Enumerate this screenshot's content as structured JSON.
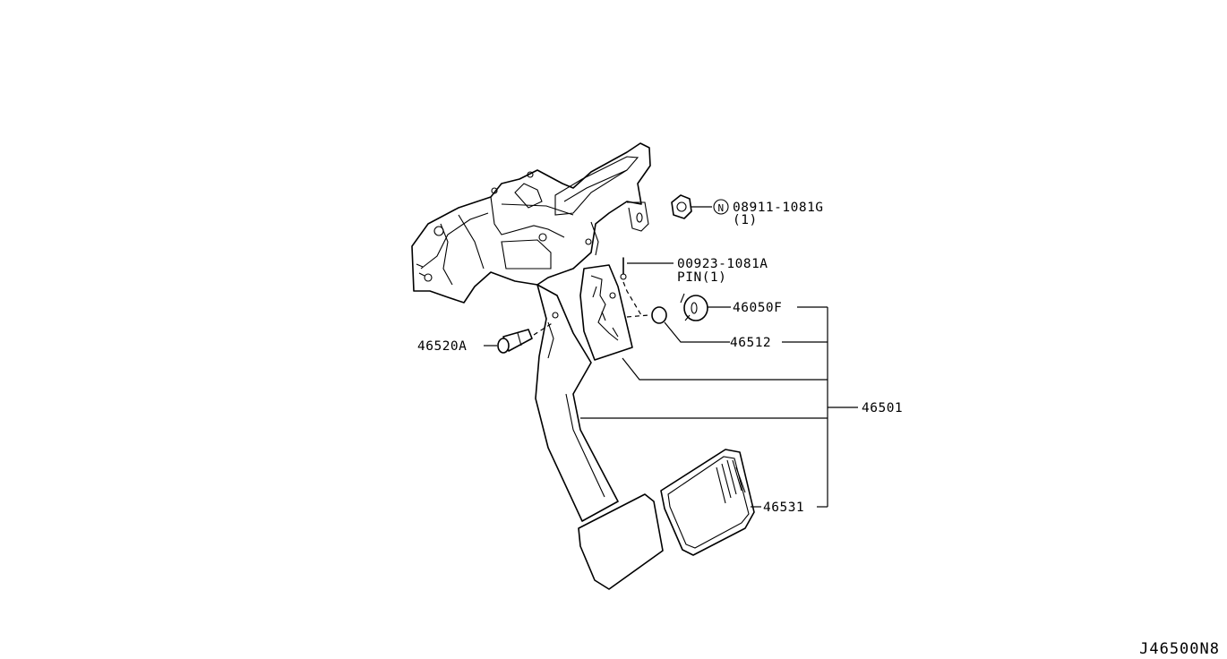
{
  "parts": [
    {
      "id": "nut",
      "number": "08911-1081G",
      "qty": "(1)",
      "symbol": "N"
    },
    {
      "id": "pin",
      "number": "00923-1081A",
      "qty": "PIN(1)"
    },
    {
      "id": "bushing",
      "number": "46050F"
    },
    {
      "id": "collar",
      "number": "46512"
    },
    {
      "id": "pedal_assy",
      "number": "46501"
    },
    {
      "id": "bolt",
      "number": "46520A"
    },
    {
      "id": "pad",
      "number": "46531"
    }
  ],
  "diagram_code": "J46500N8"
}
